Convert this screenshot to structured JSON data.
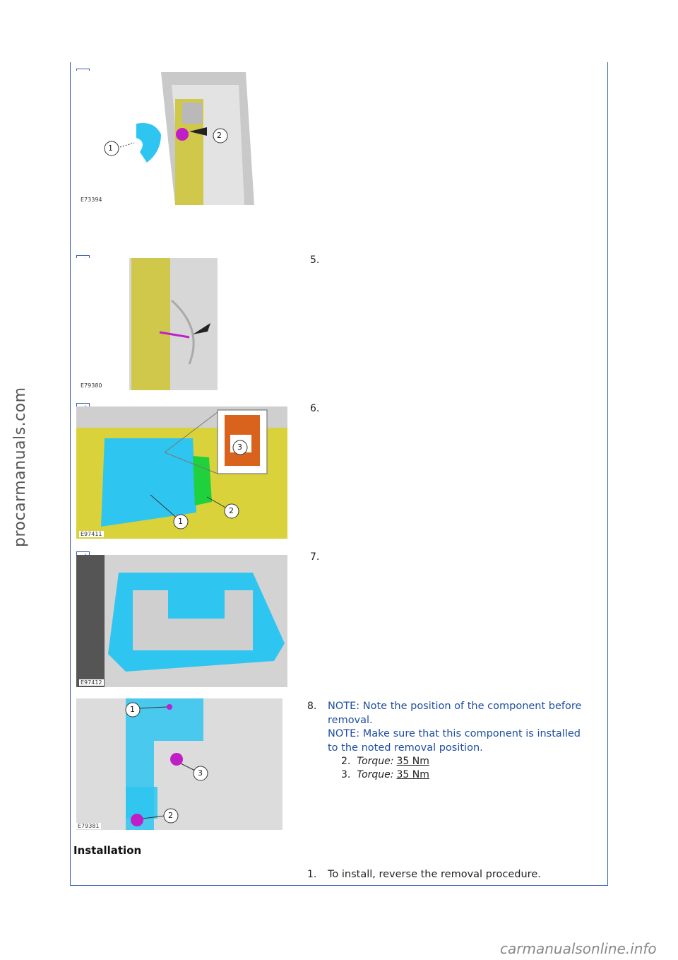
{
  "watermark_side": "procarmanuals.com",
  "watermark_footer": "carmanualsonline.info",
  "figures": [
    {
      "code": "E73394",
      "callouts": [
        "1",
        "2"
      ]
    },
    {
      "code": "E79380",
      "callouts": []
    },
    {
      "code": "E97411",
      "callouts": [
        "1",
        "2",
        "3"
      ]
    },
    {
      "code": "E97412",
      "callouts": []
    },
    {
      "code": "E79381",
      "callouts": [
        "1",
        "2",
        "3"
      ]
    }
  ],
  "steps": [
    {
      "num": "5."
    },
    {
      "num": "6."
    },
    {
      "num": "7."
    },
    {
      "num": "8.",
      "note1": "NOTE: Note the position of the component before removal.",
      "note2": "NOTE: Make sure that this component is installed to the noted removal position.",
      "subs": [
        {
          "num": "2.",
          "label": "Torque:",
          "value": "35 Nm"
        },
        {
          "num": "3.",
          "label": "Torque:",
          "value": "35 Nm"
        }
      ]
    }
  ],
  "installation": {
    "heading": "Installation",
    "step_num": "1.",
    "text": "To install, reverse the removal procedure."
  },
  "colors": {
    "frame": "#3b5fb0",
    "note": "#1f4fa0",
    "yellow": "#d9d23a",
    "cyan": "#2ec6f0",
    "magenta": "#c01fc8",
    "orange": "#d9621c",
    "green": "#1fd13c"
  }
}
